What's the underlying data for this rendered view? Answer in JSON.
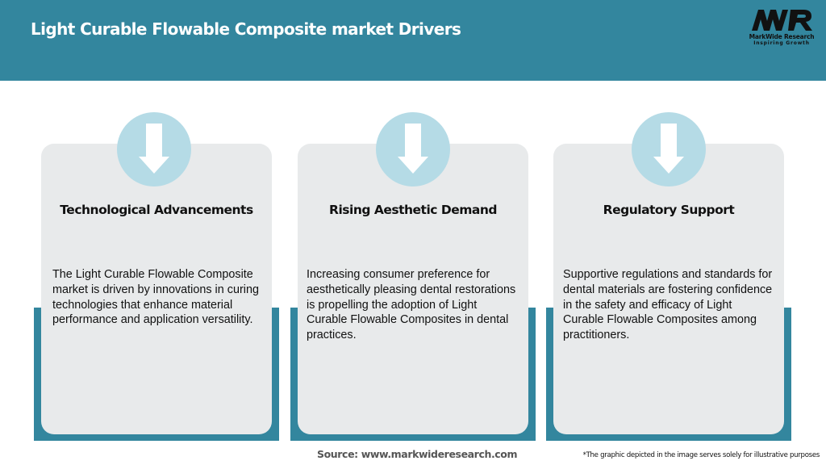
{
  "header": {
    "title": "Light Curable Flowable Composite market Drivers",
    "background_color": "#33869e"
  },
  "logo": {
    "mark": "MWR",
    "name": "MarkWide Research",
    "tagline": "Inspiring Growth"
  },
  "cards": [
    {
      "icon": "arrow-down-icon",
      "title": "Technological Advancements",
      "body": "The Light Curable Flowable Composite market is driven by innovations in curing technologies that enhance material performance and application versatility."
    },
    {
      "icon": "arrow-down-icon",
      "title": "Rising Aesthetic Demand",
      "body": "Increasing consumer preference for aesthetically pleasing dental restorations is propelling the adoption of Light Curable Flowable Composites in dental practices."
    },
    {
      "icon": "arrow-down-icon",
      "title": "Regulatory Support",
      "body": "Supportive regulations and standards for dental materials are fostering confidence in the safety and efficacy of Light Curable Flowable Composites among practitioners."
    }
  ],
  "colors": {
    "accent": "#33869e",
    "card_bg": "#e8eaeb",
    "icon_circle": "#b5dbe6"
  },
  "footer": {
    "source": "Source: www.markwideresearch.com",
    "disclaimer": "*The graphic depicted in the image serves solely for illustrative purposes"
  }
}
